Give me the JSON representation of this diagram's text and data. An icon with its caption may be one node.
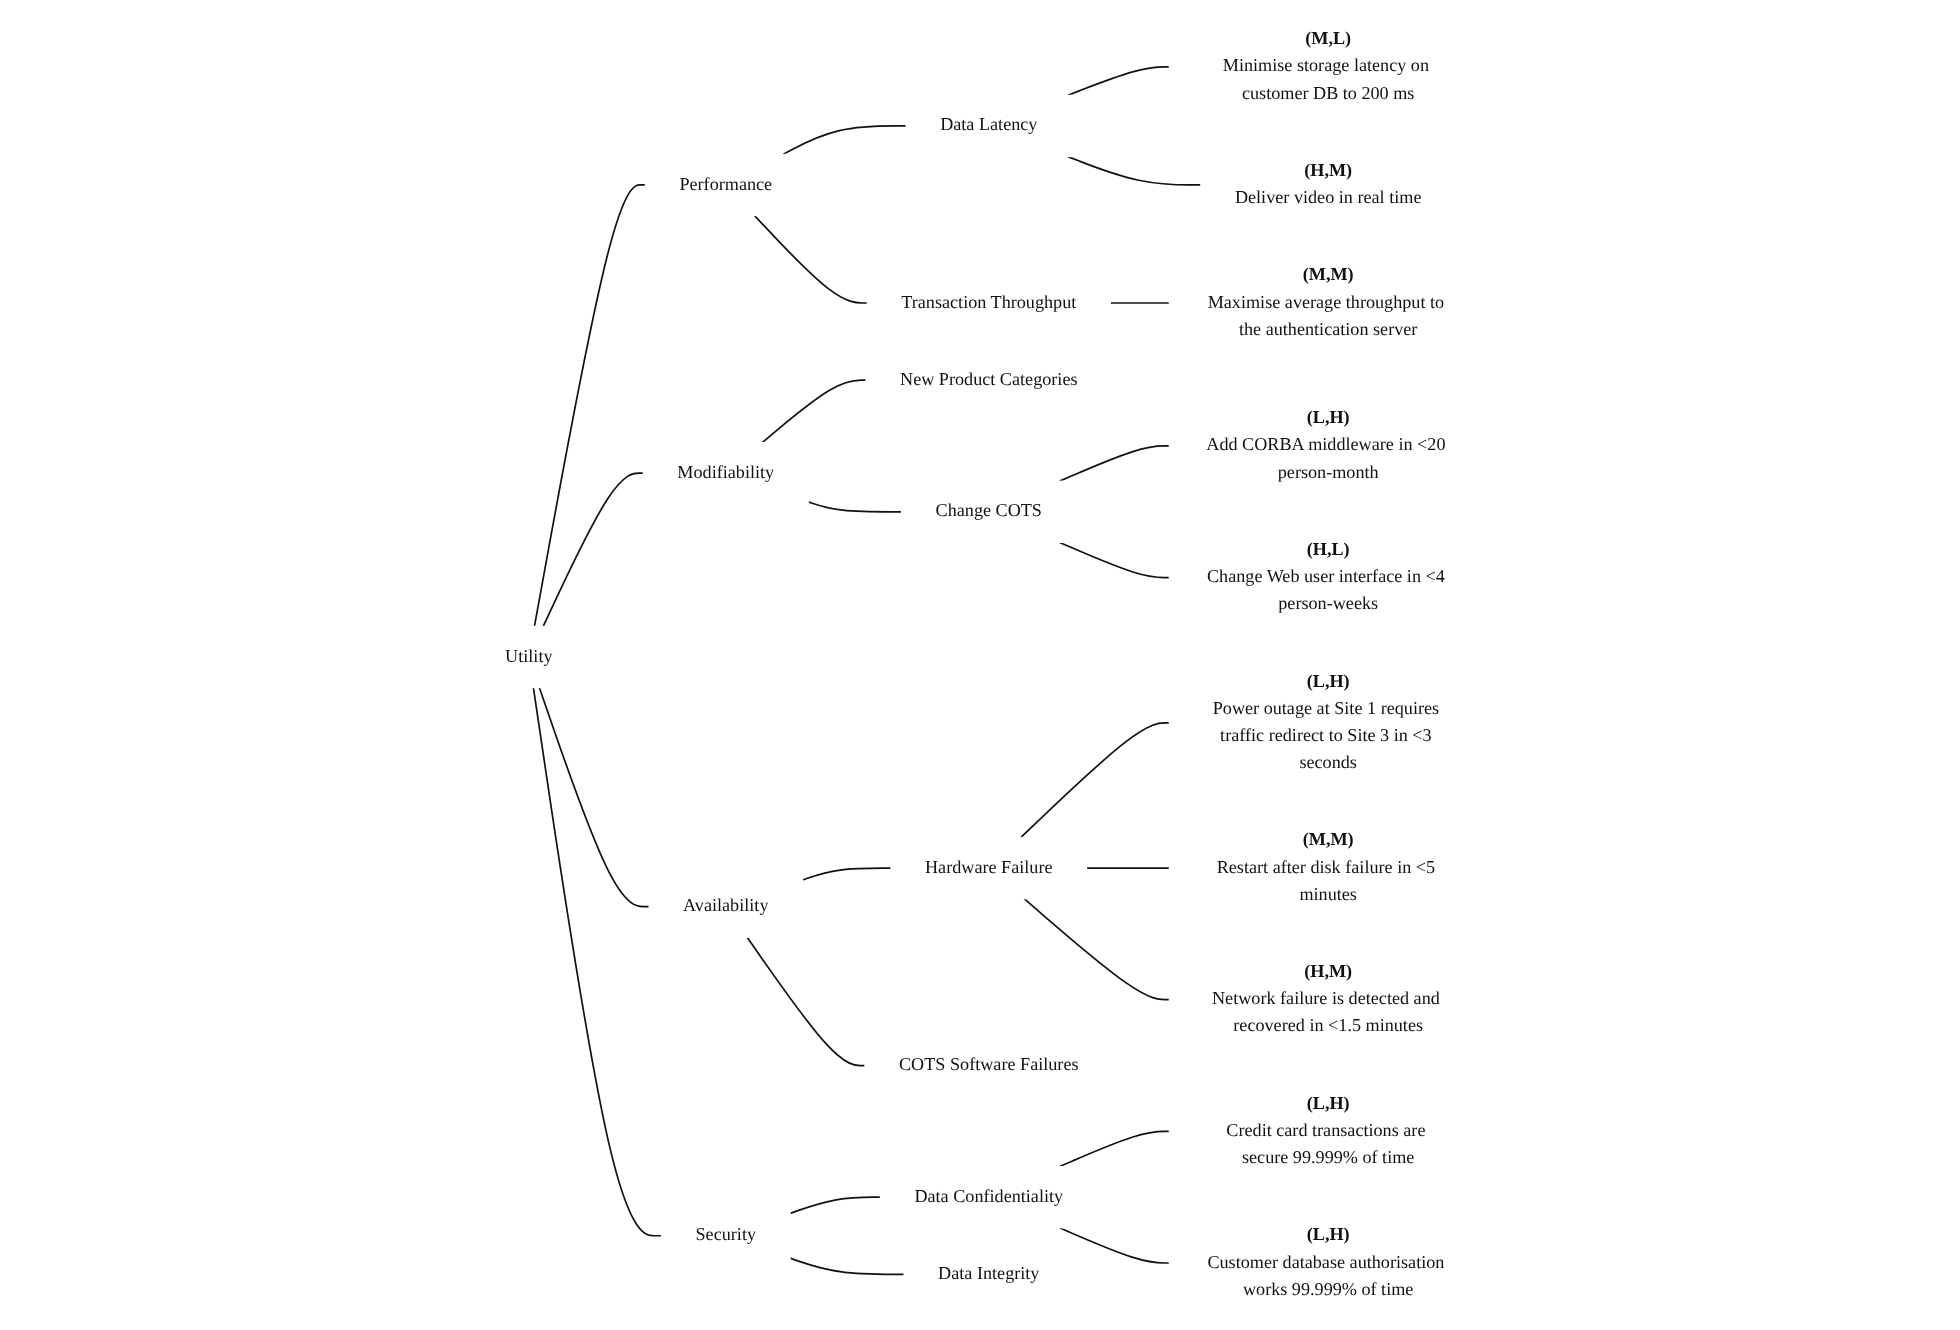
{
  "diagram": {
    "nodes": [
      {
        "text": [
          "Utility"
        ]
      },
      {
        "text": [
          "Performance"
        ]
      },
      {
        "text": [
          "Modifiability"
        ]
      },
      {
        "text": [
          "Availability"
        ]
      },
      {
        "text": [
          "Security"
        ]
      },
      {
        "text": [
          "Data Latency"
        ]
      },
      {
        "text": [
          "Transaction Throughput"
        ]
      },
      {
        "text": [
          "New Product Categories"
        ]
      },
      {
        "text": [
          "Change COTS"
        ]
      },
      {
        "text": [
          "Hardware Failure"
        ]
      },
      {
        "text": [
          "COTS Software Failures"
        ]
      },
      {
        "text": [
          "Data Confidentiality"
        ]
      },
      {
        "text": [
          "Data Integrity"
        ]
      },
      {
        "text": [
          "(M,L)",
          "Minimise storage latency on customer DB to 200 ms"
        ]
      },
      {
        "text": [
          "(H,M)",
          "Deliver video in real time"
        ]
      },
      {
        "text": [
          "(M,M)",
          "Maximise average throughput to the authentication server"
        ]
      },
      {
        "text": [
          "(L,H)",
          "Add CORBA middleware in <20 person-month"
        ]
      },
      {
        "text": [
          "(H,L)",
          "Change Web user interface in <4 person-weeks"
        ]
      },
      {
        "text": [
          "(L,H)",
          "Power outage at Site 1 requires traffic redirect to Site 3 in <3 seconds"
        ]
      },
      {
        "text": [
          "(M,M)",
          "Restart after disk failure in <5 minutes"
        ]
      },
      {
        "text": [
          "(H,M)",
          "Network failure is detected and recovered in <1.5 minutes"
        ]
      },
      {
        "text": [
          "(L,H)",
          "Credit card transactions are secure 99.999% of time"
        ]
      },
      {
        "text": [
          "(L,H)",
          "Customer database authorisation works 99.999% of time"
        ]
      }
    ],
    "edges": [
      {
        "from": 0,
        "to": 1,
        "arrow": "none"
      },
      {
        "from": 0,
        "to": 2,
        "arrow": "none"
      },
      {
        "from": 0,
        "to": 3,
        "arrow": "none"
      },
      {
        "from": 0,
        "to": 4,
        "arrow": "none"
      },
      {
        "from": 1,
        "to": 5,
        "arrow": "none"
      },
      {
        "from": 1,
        "to": 6,
        "arrow": "none"
      },
      {
        "from": 2,
        "to": 7,
        "arrow": "none"
      },
      {
        "from": 2,
        "to": 8,
        "arrow": "none"
      },
      {
        "from": 3,
        "to": 9,
        "arrow": "none"
      },
      {
        "from": 3,
        "to": 10,
        "arrow": "none"
      },
      {
        "from": 4,
        "to": 11,
        "arrow": "none"
      },
      {
        "from": 4,
        "to": 12,
        "arrow": "none"
      },
      {
        "from": 5,
        "to": 13,
        "arrow": "none"
      },
      {
        "from": 5,
        "to": 14,
        "arrow": "none"
      },
      {
        "from": 6,
        "to": 15,
        "arrow": "none"
      },
      {
        "from": 8,
        "to": 16,
        "arrow": "none"
      },
      {
        "from": 8,
        "to": 17,
        "arrow": "none"
      },
      {
        "from": 9,
        "to": 18,
        "arrow": "none"
      },
      {
        "from": 9,
        "to": 19,
        "arrow": "none"
      },
      {
        "from": 9,
        "to": 20,
        "arrow": "none"
      },
      {
        "from": 11,
        "to": 21,
        "arrow": "none"
      },
      {
        "from": 11,
        "to": 22,
        "arrow": "none"
      }
    ]
  }
}
